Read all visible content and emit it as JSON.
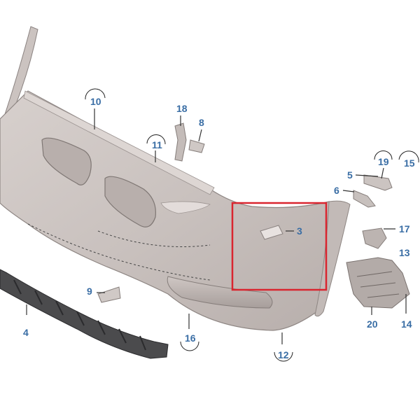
{
  "diagram": {
    "callouts": [
      {
        "id": "c10",
        "label": "10"
      },
      {
        "id": "c18",
        "label": "18"
      },
      {
        "id": "c8",
        "label": "8"
      },
      {
        "id": "c11",
        "label": "11"
      },
      {
        "id": "c19",
        "label": "19"
      },
      {
        "id": "c15",
        "label": "15"
      },
      {
        "id": "c5",
        "label": "5"
      },
      {
        "id": "c6",
        "label": "6"
      },
      {
        "id": "c3",
        "label": "3"
      },
      {
        "id": "c17",
        "label": "17"
      },
      {
        "id": "c13",
        "label": "13"
      },
      {
        "id": "c9",
        "label": "9"
      },
      {
        "id": "c4",
        "label": "4"
      },
      {
        "id": "c16",
        "label": "16"
      },
      {
        "id": "c12",
        "label": "12"
      },
      {
        "id": "c20",
        "label": "20"
      },
      {
        "id": "c14",
        "label": "14"
      }
    ],
    "highlight_color": "#d9252f",
    "label_color": "#3a6ea5"
  }
}
